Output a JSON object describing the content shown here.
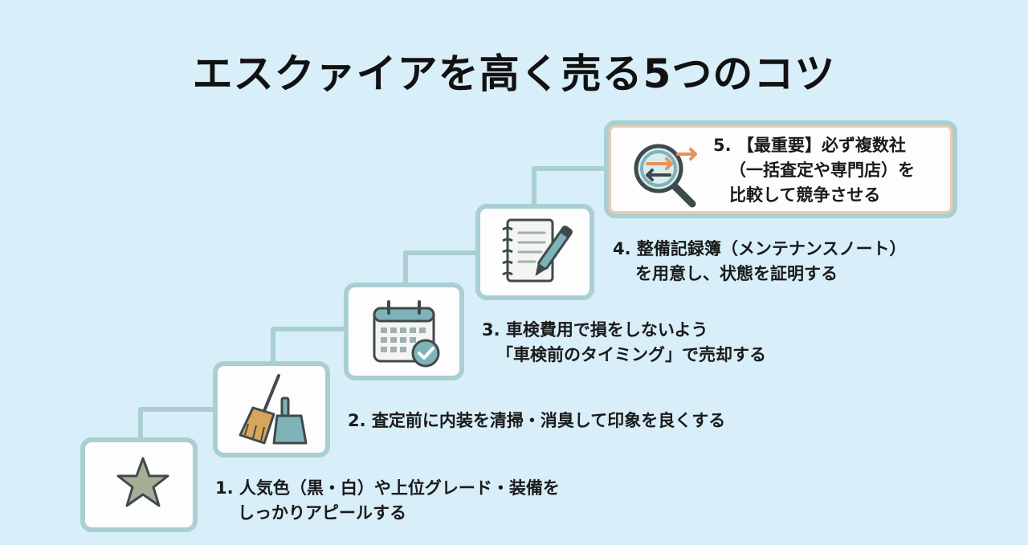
{
  "title": "エスクァイアを高く売る5つのコツ",
  "steps": [
    {
      "number": "1.",
      "lines": [
        "人気色（黒・白）や上位グレード・装備を",
        "しっかりアピールする"
      ],
      "icon": "star-icon"
    },
    {
      "number": "2.",
      "lines": [
        "査定前に内装を清掃・消臭して印象を良くする"
      ],
      "icon": "broom-dustpan-icon"
    },
    {
      "number": "3.",
      "lines": [
        "車検費用で損をしないよう",
        "「車検前のタイミング」で売却する"
      ],
      "icon": "calendar-check-icon"
    },
    {
      "number": "4.",
      "lines": [
        "整備記録簿（メンテナンスノート）",
        "を用意し、状態を証明する"
      ],
      "icon": "notebook-pen-icon"
    },
    {
      "number": "5.",
      "lines": [
        "【最重要】必ず複数社",
        "（一括査定や専門店）を",
        "比較して競争させる"
      ],
      "icon": "magnifier-compare-icon"
    }
  ],
  "colors": {
    "background": "#d8eef8",
    "box_border": "#a9cfd2",
    "accent_orange": "#e8925a",
    "icon_teal": "#7fb3b8"
  }
}
